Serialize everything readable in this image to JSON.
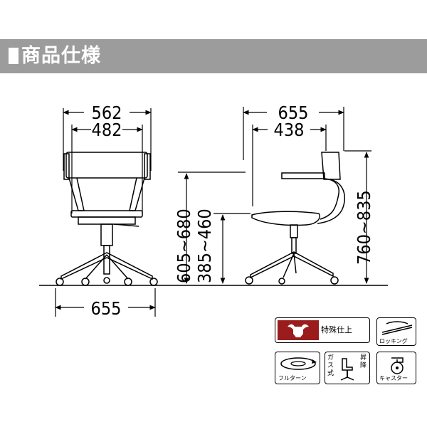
{
  "header": {
    "title": "商品仕様"
  },
  "front_view": {
    "overall_width": "562",
    "inner_width": "482",
    "base_width": "655"
  },
  "side_view": {
    "overall_depth": "655",
    "seat_depth": "438",
    "armrest_height": "605~680",
    "seat_height": "385~460",
    "total_height": "760~835"
  },
  "badges": {
    "special_finish": "特殊仕上",
    "locking": "ロッキング",
    "full_turn": "フルターン",
    "gas_lift_left": "ガス式",
    "gas_lift_right": "昇降",
    "caster": "キャスター"
  },
  "colors": {
    "header_bg": "#9c9c9c",
    "special_bg": "#9b1c1c"
  }
}
